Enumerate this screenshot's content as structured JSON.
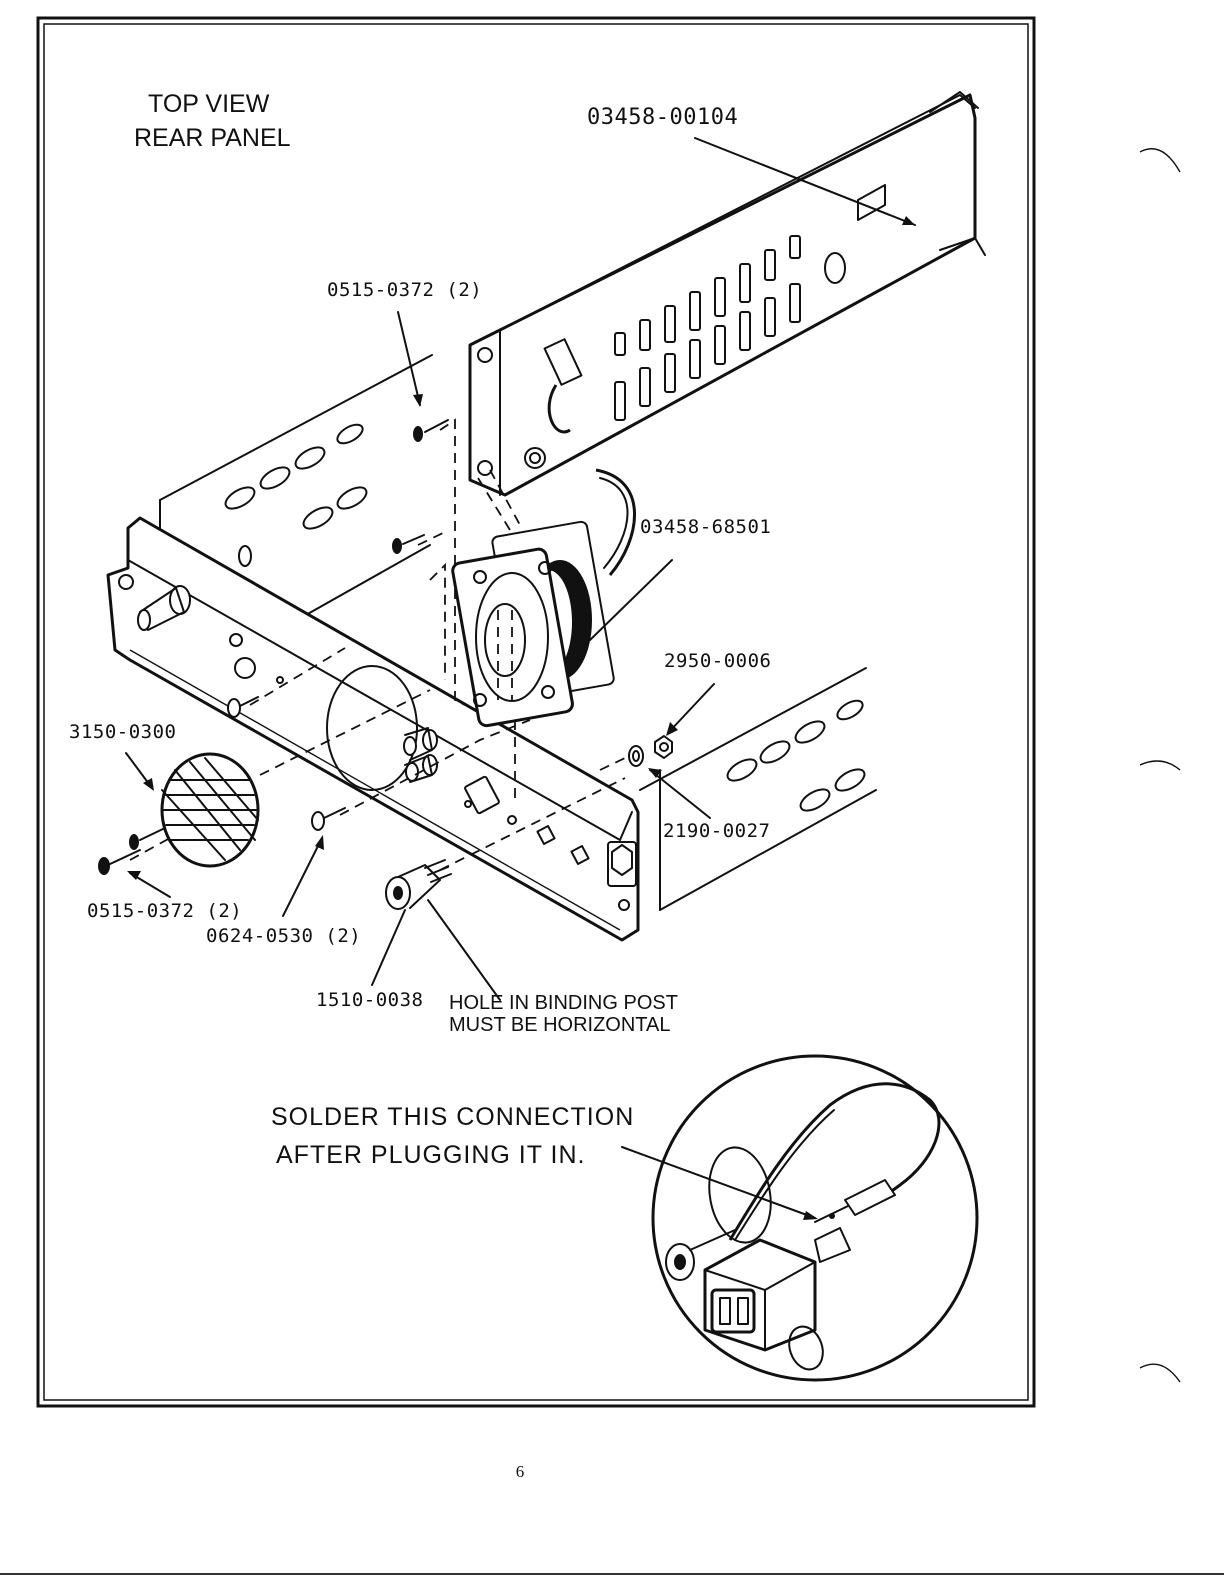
{
  "title": {
    "line1": "TOP VIEW",
    "line2": "REAR PANEL"
  },
  "labels": {
    "rear_panel_part": "03458-00104",
    "screw_top": "0515-0372 (2)",
    "cable_part": "03458-68501",
    "nut_part": "2950-0006",
    "knob_part": "3150-0300",
    "washer_part": "2190-0027",
    "screw_bottom": "0515-0372 (2)",
    "screw_mid": "0624-0530 (2)",
    "binding_post_part": "1510-0038",
    "binding_post_note_line1": "HOLE IN BINDING POST",
    "binding_post_note_line2": "MUST BE HORIZONTAL"
  },
  "solder_note": {
    "line1": "SOLDER THIS CONNECTION",
    "line2": "AFTER PLUGGING IT IN."
  },
  "page_number": "6"
}
